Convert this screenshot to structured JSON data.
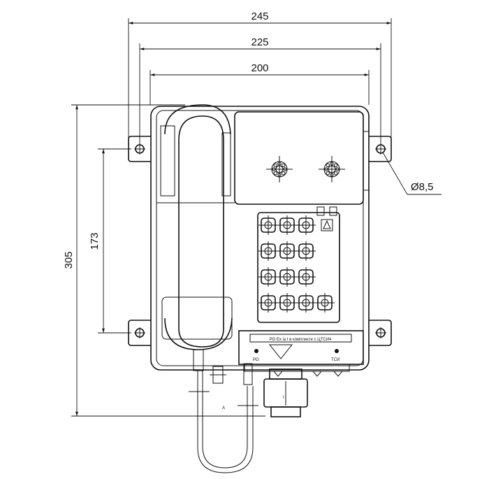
{
  "dimensions": {
    "width_overall": "245",
    "width_holes": "225",
    "width_body": "200",
    "height_overall": "305",
    "height_holes": "173",
    "hole_diameter": "Ø8,5"
  },
  "nameplate": {
    "text": "РО Ex ia I в комплекте с ЦТСИ4",
    "left_mark": "РО",
    "right_mark": "ТСИ"
  },
  "cable_mark": "А",
  "gland_mark": "I",
  "keypad": {
    "rows": 4,
    "cols": 4
  }
}
